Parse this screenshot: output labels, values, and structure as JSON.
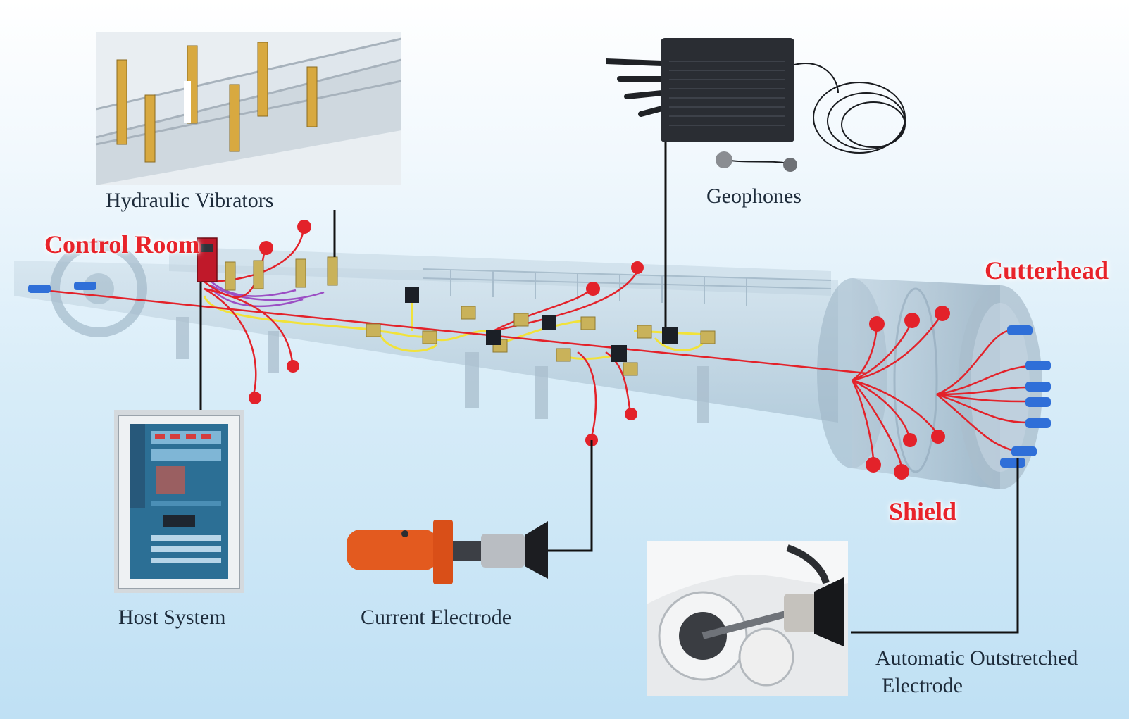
{
  "labels": {
    "hydraulic_vibrators": "Hydraulic Vibrators",
    "geophones": "Geophones",
    "control_room": "Control Room",
    "cutterhead": "Cutterhead",
    "shield": "Shield",
    "host_system": "Host System",
    "current_electrode": "Current Electrode",
    "automatic_electrode_line1": "Automatic Outstretched",
    "automatic_electrode_line2": "Electrode"
  },
  "colors": {
    "highlight_label": "#e8232a",
    "main_label": "#1d2b3a",
    "cable_red": "#e3222a",
    "cable_yellow": "#f1e23a",
    "cable_purple": "#9b4fc4",
    "connector_line": "#111111",
    "electrode_blue": "#2f6fd8",
    "junction_box": "#c9b25a",
    "machine_tint": "#9eb5c6"
  }
}
